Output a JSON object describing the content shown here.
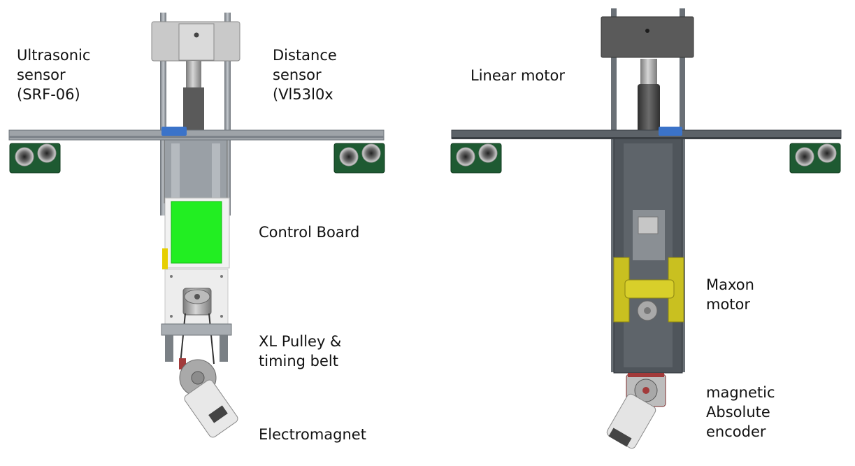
{
  "labels": {
    "ultrasonic": "Ultrasonic\nsensor\n(SRF-06)",
    "distance": "Distance\nsensor\n(Vl53l0x",
    "control_board": "Control Board",
    "pulley": "XL Pulley &\ntiming belt",
    "electromagnet": "Electromagnet",
    "linear_motor": "Linear motor",
    "maxon_motor": "Maxon\nmotor",
    "encoder": "magnetic\nAbsolute\nencoder"
  },
  "colors": {
    "frame": "#8e949b",
    "frame_dark": "#4f555b",
    "control_board": "#22ee22",
    "pcb": "#1e5a32",
    "distance_sensor": "#3b73c9",
    "maxon_mount": "#c9c020",
    "motor_grey": "#a8a8a8",
    "linear_motor_dark": "#3e3e3e"
  }
}
